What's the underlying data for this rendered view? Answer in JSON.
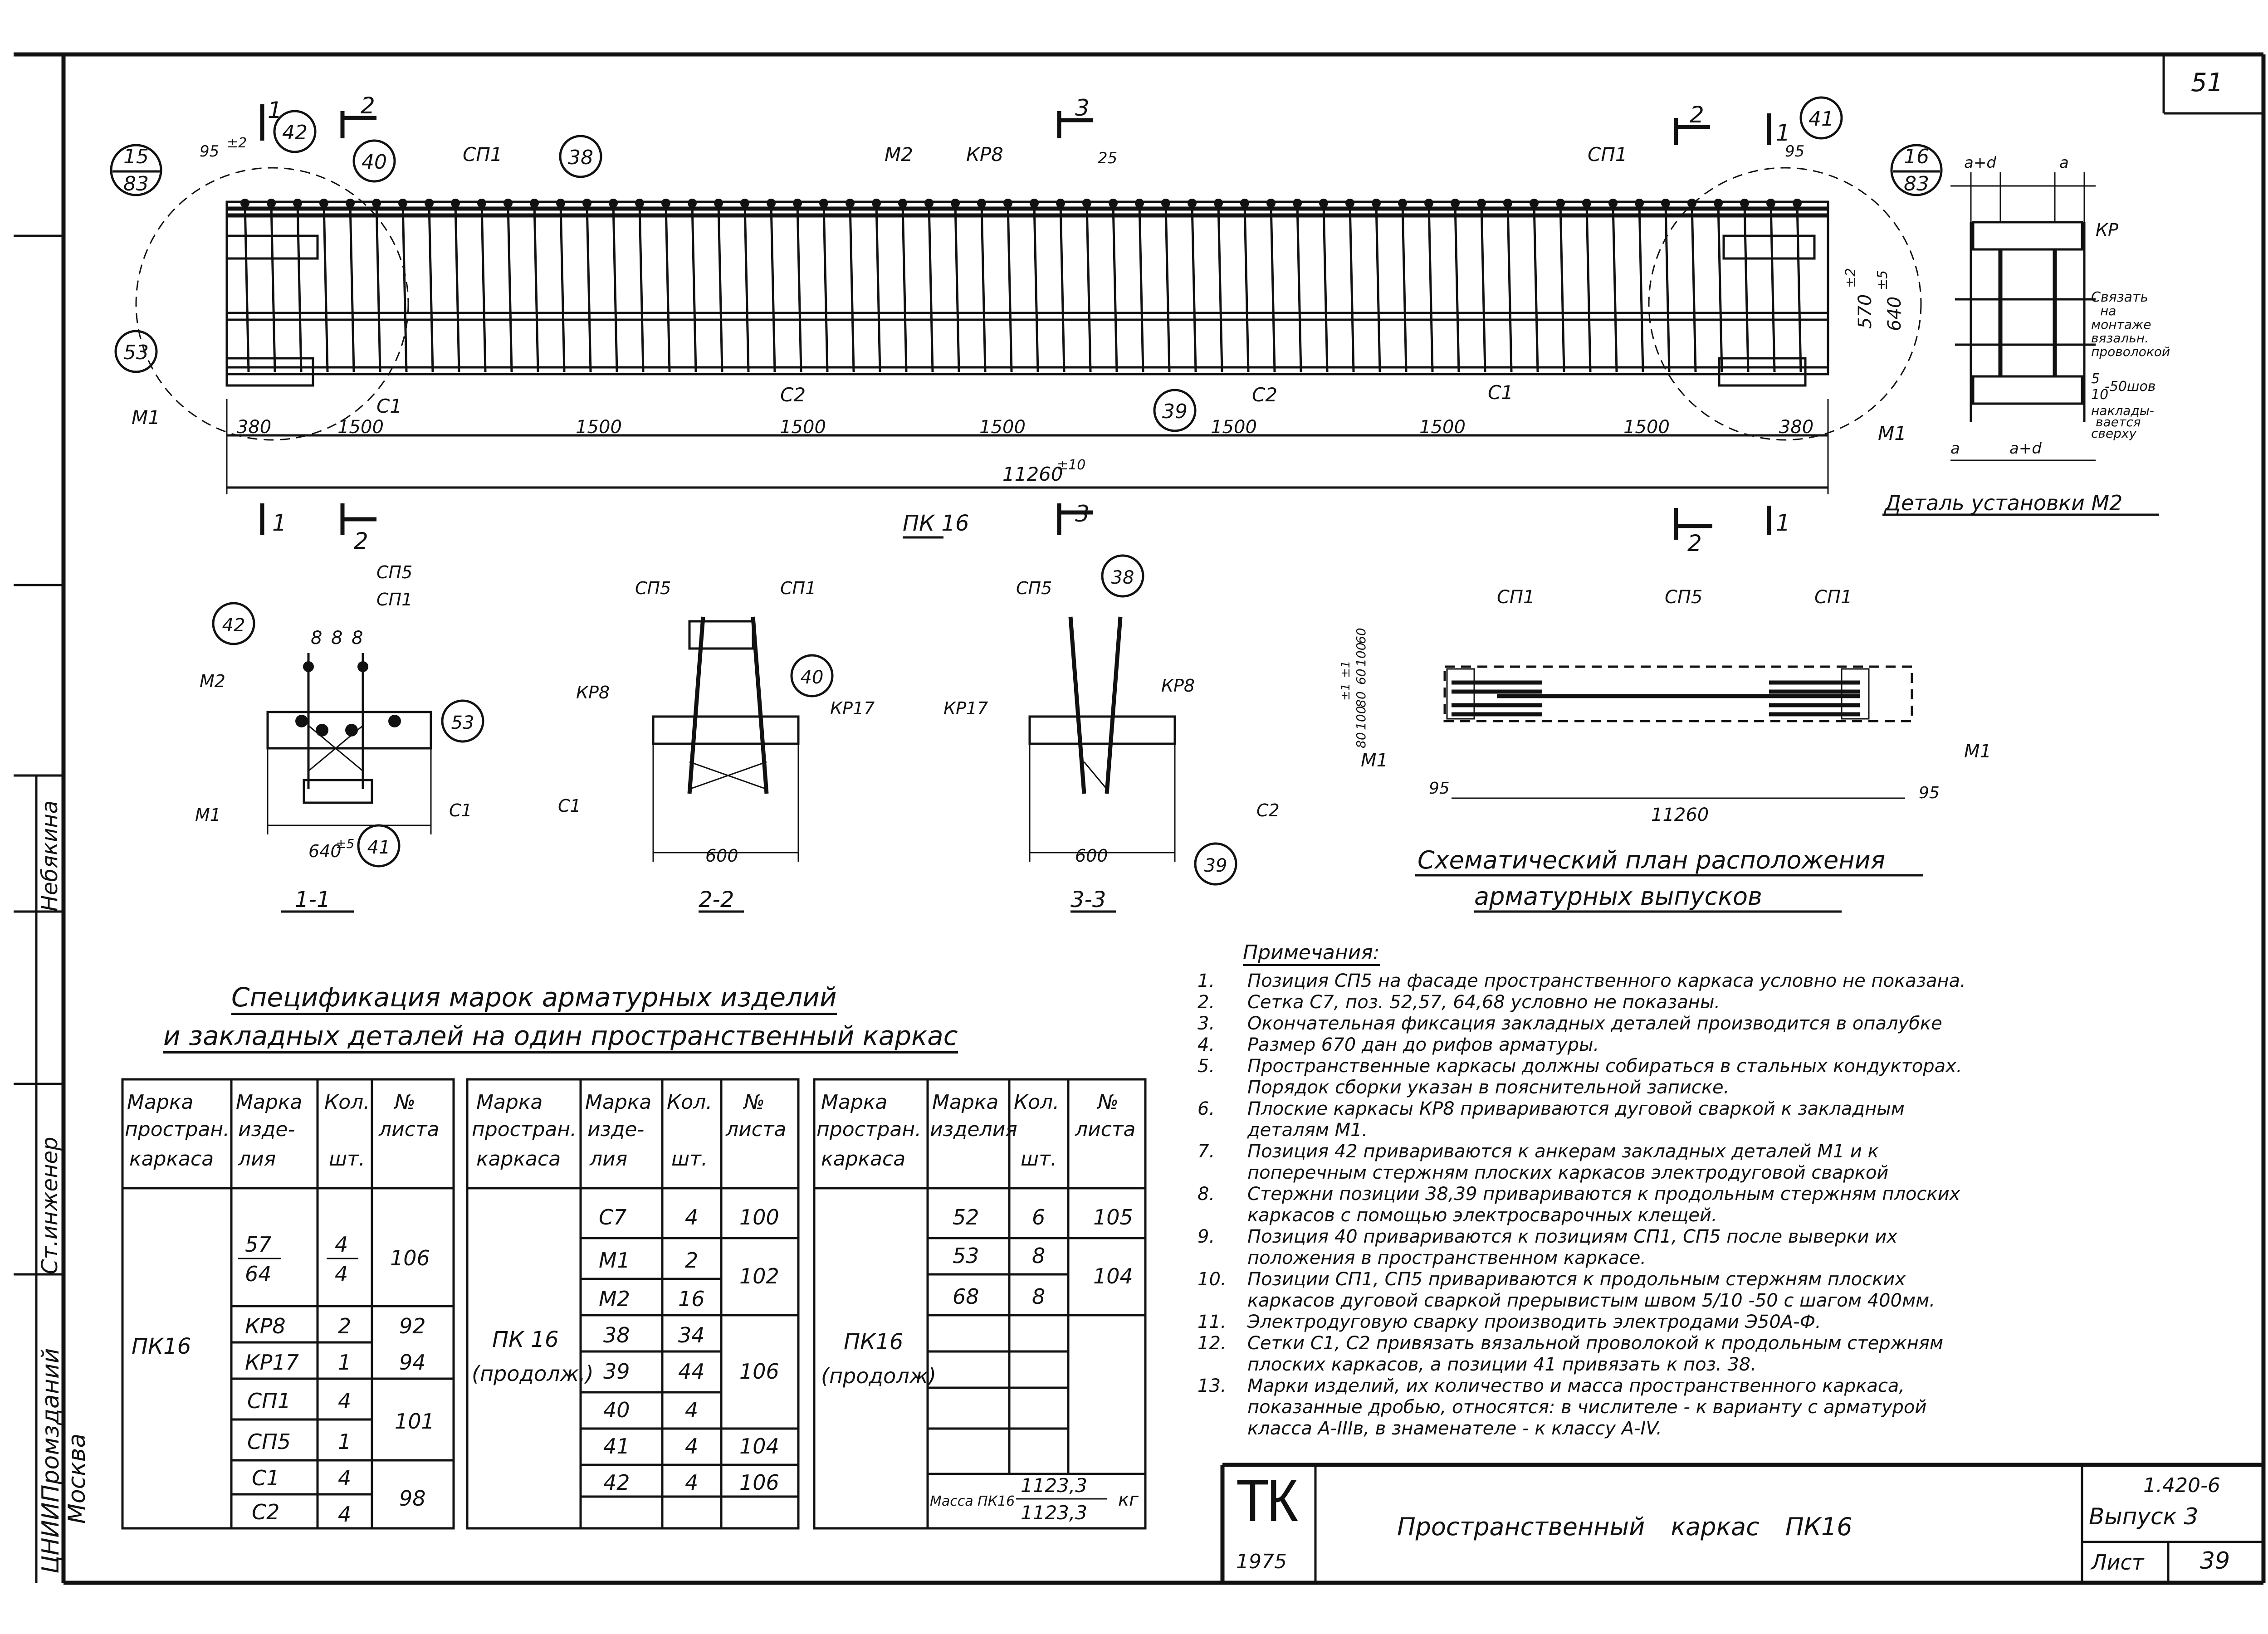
{
  "sheet_number": "51",
  "main_view": {
    "title": "ПК 16",
    "overall_dim": "11260",
    "overall_tol": "±10",
    "dims": [
      "380",
      "1500",
      "1500",
      "1500",
      "1500",
      "1500",
      "1500",
      "1500",
      "380"
    ],
    "labels": {
      "circle_left_top": "15",
      "circle_left_bot": "83",
      "circle_right_top": "16",
      "circle_right_bot": "83",
      "dim_95_left": "95",
      "dim_95_left_tol": "±2",
      "dim_95_right": "95",
      "dim_25": "25",
      "height": "640",
      "height_tol": "±5",
      "inner_height": "570",
      "inner_height_tol": "±2",
      "sp1_left": "СП1",
      "sp1_right": "СП1",
      "m2": "М2",
      "kr8": "КР8",
      "c1_left": "С1",
      "c1_right": "С1",
      "c2_left": "С2",
      "c2_right": "С2",
      "m1_left": "М1",
      "m1_right": "М1",
      "pos38": "38",
      "pos39": "39",
      "pos40": "40",
      "pos41": "41",
      "pos42": "42",
      "pos53": "53",
      "cut1": "1",
      "cut2": "2",
      "cut3": "3"
    }
  },
  "detail_m2": {
    "title": "Деталь установки М2",
    "ad_top": "a+d",
    "a_top": "a",
    "ad_bot": "a+d",
    "a_bot": "a",
    "kr": "КР",
    "note_lines": [
      "Связать",
      "на",
      "монтаже",
      "вязальн.",
      "проволокой"
    ],
    "weld": "5",
    "weld_den": "10",
    "weld_suffix": "-50шов",
    "note2_lines": [
      "наклады-",
      "вается",
      "сверху"
    ]
  },
  "sections": [
    {
      "title": "1-1",
      "labels": [
        "СП5",
        "СП1",
        "М2",
        "М1",
        "С1",
        "42",
        "53",
        "41",
        "8",
        "8",
        "8"
      ],
      "dim": "640",
      "dim_tol": "±5"
    },
    {
      "title": "2-2",
      "labels": [
        "СП5",
        "СП1",
        "КР8",
        "КР17",
        "С1",
        "40"
      ],
      "dim": "600"
    },
    {
      "title": "3-3",
      "labels": [
        "СП5",
        "38",
        "КР17",
        "КР8",
        "С2",
        "39"
      ],
      "dim": "600"
    }
  ],
  "schematic": {
    "title_line1": "Схематический план расположения",
    "title_line2": "арматурных выпусков",
    "labels": [
      "СП1",
      "СП5",
      "СП1",
      "М1",
      "М1"
    ],
    "dims_vert": [
      "60",
      "100",
      "60",
      "±1",
      "±1",
      "80",
      "100",
      "80"
    ],
    "dim_95_left": "95",
    "dim_95_right": "95",
    "length": "11260"
  },
  "spec_title_line1": "Спецификация марок арматурных изделий",
  "spec_title_line2": "и закладных деталей на один пространственный каркас",
  "spec_headers": [
    "Марка простран. каркаса",
    "Марка изде-лия",
    "Кол. шт.",
    "№ листа"
  ],
  "spec_header_lines": {
    "col1": [
      "Марка",
      "простран.",
      "каркаса"
    ],
    "col2": [
      "Марка",
      "изде-",
      "лия"
    ],
    "col3": [
      "Кол.",
      "шт."
    ],
    "col4": [
      "№",
      "листа"
    ]
  },
  "spec_table_1": {
    "frame": "ПК16",
    "rows": [
      {
        "mark": "57/64",
        "mark_num": "57",
        "mark_den": "64",
        "qty_num": "4",
        "qty_den": "4",
        "sheet": "106"
      },
      {
        "mark": "КР8",
        "qty": "2",
        "sheet": "92"
      },
      {
        "mark": "КР17",
        "qty": "1",
        "sheet": "94"
      },
      {
        "mark": "СП1",
        "qty": "4",
        "sheet": "101"
      },
      {
        "mark": "СП5",
        "qty": "1",
        "sheet": ""
      },
      {
        "mark": "С1",
        "qty": "4",
        "sheet": "98"
      },
      {
        "mark": "С2",
        "qty": "4",
        "sheet": ""
      }
    ]
  },
  "spec_table_2": {
    "frame_line1": "ПК 16",
    "frame_line2": "(продолж.)",
    "rows": [
      {
        "mark": "С7",
        "qty": "4",
        "sheet": "100"
      },
      {
        "mark": "М1",
        "qty": "2",
        "sheet": "102"
      },
      {
        "mark": "М2",
        "qty": "16",
        "sheet": ""
      },
      {
        "mark": "38",
        "qty": "34",
        "sheet": "106"
      },
      {
        "mark": "39",
        "qty": "44",
        "sheet": ""
      },
      {
        "mark": "40",
        "qty": "4",
        "sheet": ""
      },
      {
        "mark": "41",
        "qty": "4",
        "sheet": "104"
      },
      {
        "mark": "42",
        "qty": "4",
        "sheet": "106"
      }
    ]
  },
  "spec_table_3": {
    "header_col1": [
      "Марка",
      "простран.",
      "каркаса"
    ],
    "header_col2": [
      "Марка",
      "изделия"
    ],
    "frame_line1": "ПК16",
    "frame_line2": "(продолж)",
    "rows": [
      {
        "mark": "52",
        "qty": "6",
        "sheet": "105"
      },
      {
        "mark": "53",
        "qty": "8",
        "sheet": "104"
      },
      {
        "mark": "68",
        "qty": "8",
        "sheet": ""
      }
    ],
    "mass_label": "Масса ПК16",
    "mass_num": "1123,3",
    "mass_den": "1123,3",
    "mass_unit": "кг"
  },
  "notes_title": "Примечания:",
  "notes": [
    {
      "n": "1.",
      "text": "Позиция СП5 на фасаде пространственного каркаса условно не показана."
    },
    {
      "n": "2.",
      "text": "Сетка С7, поз. 52,57, 64,68 условно не показаны."
    },
    {
      "n": "3.",
      "text": "Окончательная фиксация закладных деталей производится в опалубке"
    },
    {
      "n": "4.",
      "text": "Размер 670 дан до рифов арматуры."
    },
    {
      "n": "5.",
      "text": "Пространственные каркасы должны собираться в стальных кондукторах."
    },
    {
      "n": "",
      "text": "Порядок сборки указан в пояснительной записке."
    },
    {
      "n": "6.",
      "text": "Плоские каркасы КР8 привариваются дуговой сваркой к закладным"
    },
    {
      "n": "",
      "text": "деталям М1."
    },
    {
      "n": "7.",
      "text": "Позиция 42 привариваются к анкерам закладных деталей М1 и к"
    },
    {
      "n": "",
      "text": "поперечным стержням плоских каркасов электродуговой сваркой"
    },
    {
      "n": "8.",
      "text": "Стержни позиции 38,39 привариваются к продольным стержням плоских"
    },
    {
      "n": "",
      "text": "каркасов с помощью электросварочных клещей."
    },
    {
      "n": "9.",
      "text": "Позиция 40 привариваются к позициям СП1, СП5 после выверки их"
    },
    {
      "n": "",
      "text": "положения в пространственном каркасе."
    },
    {
      "n": "10.",
      "text": "Позиции СП1, СП5 привариваются к продольным стержням плоских"
    },
    {
      "n": "",
      "text": "каркасов дуговой сваркой прерывистым швом 5/10 -50 с шагом 400мм."
    },
    {
      "n": "11.",
      "text": "Электродуговую сварку производить электродами Э50А-Ф."
    },
    {
      "n": "12.",
      "text": "Сетки С1, С2 привязать вязальной проволокой к продольным стержням"
    },
    {
      "n": "",
      "text": "плоских каркасов, а позиции 41 привязать к поз. 38."
    },
    {
      "n": "13.",
      "text": "Марки изделий, их количество и масса пространственного каркаса,"
    },
    {
      "n": "",
      "text": "показанные дробью, относятся: в числителе - к варианту с арматурой"
    },
    {
      "n": "",
      "text": "класса А-ІІІв, в знаменателе - к классу А-ІV."
    }
  ],
  "title_block": {
    "logo": "ТК",
    "year": "1975",
    "title": "Пространственный каркас ПК16",
    "series": "1.420-6",
    "issue": "Выпуск 3",
    "sheet_label": "Лист",
    "sheet": "39"
  },
  "side_stamp": {
    "role": "Ст.инженер",
    "name": "Небякина",
    "city": "Москва",
    "org": "ЦНИИПромзданий"
  }
}
